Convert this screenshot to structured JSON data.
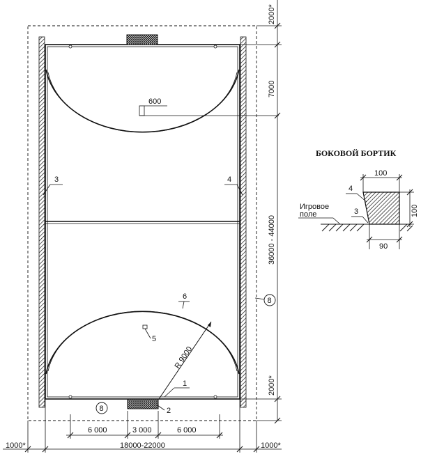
{
  "dimensions": {
    "top_margin": "2000*",
    "bottom_margin": "2000*",
    "goal_area_depth": "7000",
    "field_length": "36000 - 44000",
    "field_width": "18000-22000",
    "left_margin": "1000*",
    "right_margin": "1000*",
    "bottom_seg_left": "6 000",
    "bottom_seg_mid": "3 000",
    "bottom_seg_right": "6 000",
    "penalty_mark_distance": "600",
    "goal_radius": "R 9000"
  },
  "callouts": {
    "c1": "1",
    "c2": "2",
    "c3": "3",
    "c4": "4",
    "c5": "5",
    "c6": "6",
    "c8_right": "8",
    "c8_bottom": "8"
  },
  "detail": {
    "title": "БОКОВОЙ БОРТИК",
    "top_width": "100",
    "height": "100",
    "base_width": "90",
    "label_4": "4",
    "label_3": "3",
    "field_label_line1": "Игровое",
    "field_label_line2": "поле"
  }
}
